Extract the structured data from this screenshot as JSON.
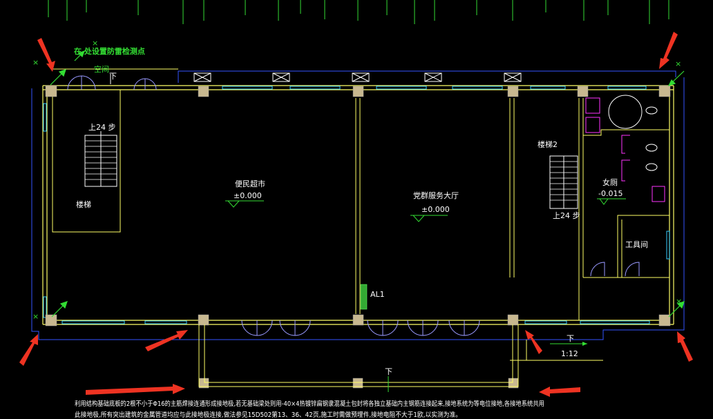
{
  "labels": {
    "top_note": "在  处设置防雷检测点",
    "top_room": "空间",
    "top_down": "下",
    "stair1_up": "上24 步",
    "stair1_name": "楼梯",
    "shop_name": "便民超市",
    "shop_level": "±0.000",
    "hall_name": "党群服务大厅",
    "hall_level": "±0.000",
    "stair2_name": "楼梯2",
    "stair2_up": "上24 步",
    "wc_name": "女厕",
    "wc_level": "-0.015",
    "tool_room": "工具间",
    "panel": "AL1",
    "bottom_down": "下",
    "ramp_down": "下",
    "ramp_slope": "1:12"
  },
  "notes": {
    "line1": "利用结构基础底板的2根不小于Φ16的主筋焊接连通形成接地极,若无基础梁处则用-40×4热镀锌扁钢隶混凝土包封将各独立基础内主钢筋连接起来,接地系统为等电位接地,各接地系统共用",
    "line2": "此接地极,所有突出建筑的金属管道均应与此接地极连接,做法参见15D502第13、36、42页,施工时需做预埋件,接地电阻不大于1欧,以实测为准。"
  },
  "colors": {
    "background": "#000000",
    "wall": "#ffff66",
    "axis": "#3366ff",
    "window": "#33ccff",
    "door": "#9999ff",
    "marker": "#33dd33",
    "arrow": "#ee3322",
    "fixture": "#ff33ff",
    "column": "#c8b890"
  },
  "icons": [
    "detection-point-marker",
    "lightning-detection-arrow",
    "vent-box-icon",
    "ground-level-symbol"
  ]
}
